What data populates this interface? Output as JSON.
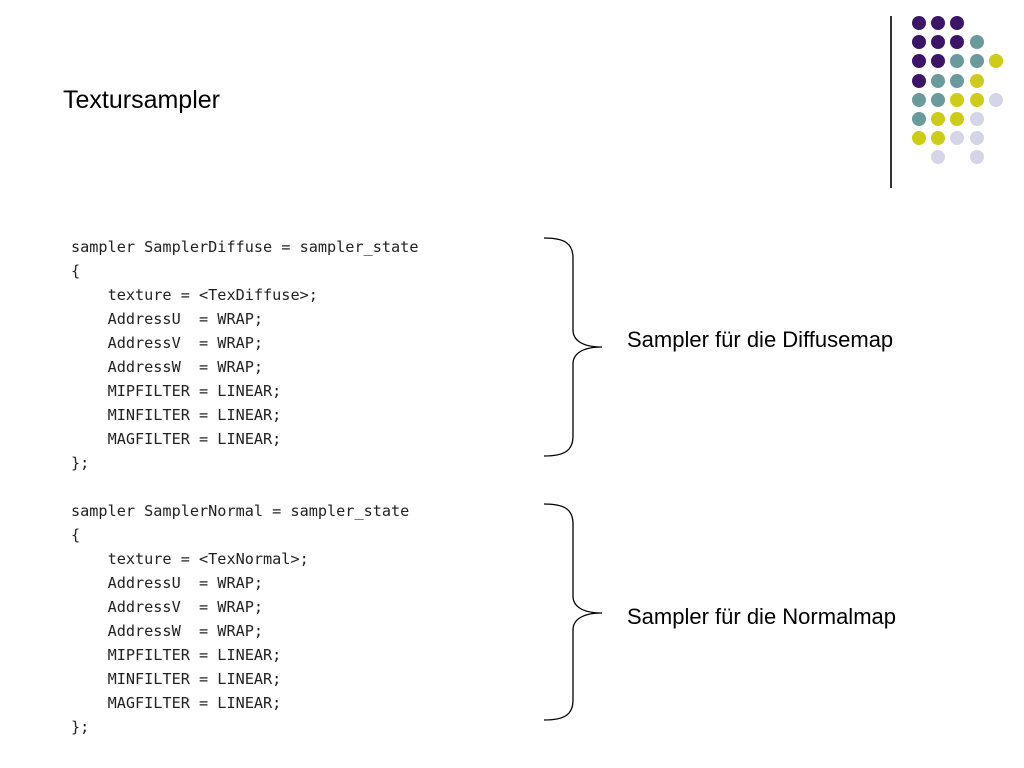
{
  "slide": {
    "title": "Textursampler"
  },
  "decoration": {
    "colors": {
      "purple": "#3b1566",
      "teal": "#6a9a9b",
      "yellow": "#cdcc1a",
      "lavender": "#d5d5e8"
    },
    "dot_grid": [
      [
        "purple",
        "purple",
        "purple",
        null,
        null
      ],
      [
        "purple",
        "purple",
        "purple",
        "teal",
        null
      ],
      [
        "purple",
        "purple",
        "teal",
        "teal",
        "yellow"
      ],
      [
        "purple",
        "teal",
        "teal",
        "yellow",
        null
      ],
      [
        "teal",
        "teal",
        "yellow",
        "yellow",
        "lavender"
      ],
      [
        "teal",
        "yellow",
        "yellow",
        "lavender",
        null
      ],
      [
        "yellow",
        "yellow",
        "lavender",
        "lavender",
        null
      ],
      [
        null,
        "lavender",
        null,
        "lavender",
        null
      ]
    ]
  },
  "blocks": [
    {
      "code": "sampler SamplerDiffuse = sampler_state\n{\n    texture = <TexDiffuse>;\n    AddressU  = WRAP;\n    AddressV  = WRAP;\n    AddressW  = WRAP;\n    MIPFILTER = LINEAR;\n    MINFILTER = LINEAR;\n    MAGFILTER = LINEAR;\n};",
      "label": "Sampler für die Diffusemap"
    },
    {
      "code": "sampler SamplerNormal = sampler_state\n{\n    texture = <TexNormal>;\n    AddressU  = WRAP;\n    AddressV  = WRAP;\n    AddressW  = WRAP;\n    MIPFILTER = LINEAR;\n    MINFILTER = LINEAR;\n    MAGFILTER = LINEAR;\n};",
      "label": "Sampler für die Normalmap"
    }
  ]
}
